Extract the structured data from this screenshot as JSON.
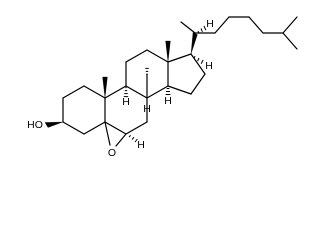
{
  "molecule": {
    "atom_labels": {
      "hydroxyl": "HO",
      "epoxide_oxygen": "O",
      "h_c6": "H",
      "h_c8": "H",
      "h_c9": "H",
      "h_c14": "H",
      "h_c17": "H",
      "h_c20": "H"
    }
  }
}
